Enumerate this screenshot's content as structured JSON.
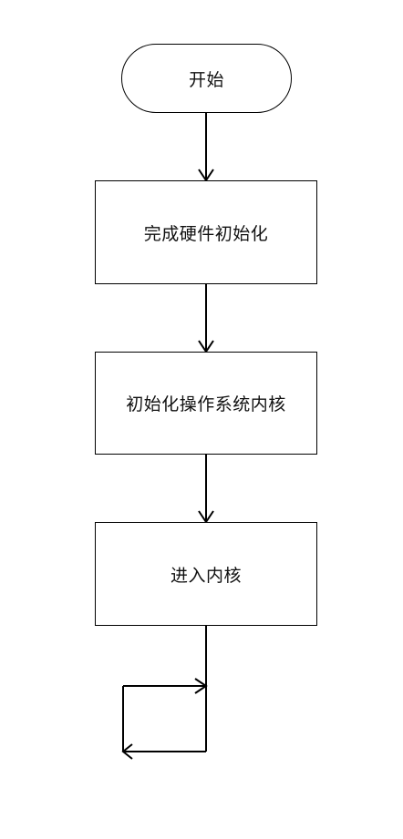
{
  "diagram": {
    "type": "flowchart",
    "nodes": [
      {
        "id": "start",
        "shape": "terminator",
        "label": "开始"
      },
      {
        "id": "hw_init",
        "shape": "process",
        "label": "完成硬件初始化"
      },
      {
        "id": "os_init",
        "shape": "process",
        "label": "初始化操作系统内核"
      },
      {
        "id": "enter_kernel",
        "shape": "process",
        "label": "进入内核"
      }
    ],
    "edges": [
      {
        "from": "start",
        "to": "hw_init"
      },
      {
        "from": "hw_init",
        "to": "os_init"
      },
      {
        "from": "os_init",
        "to": "enter_kernel"
      },
      {
        "from": "enter_kernel",
        "to": "loop",
        "note_shape": "infinite-loop"
      }
    ],
    "colors": {
      "line": "#000000",
      "fill": "#ffffff",
      "text": "#111111"
    }
  }
}
